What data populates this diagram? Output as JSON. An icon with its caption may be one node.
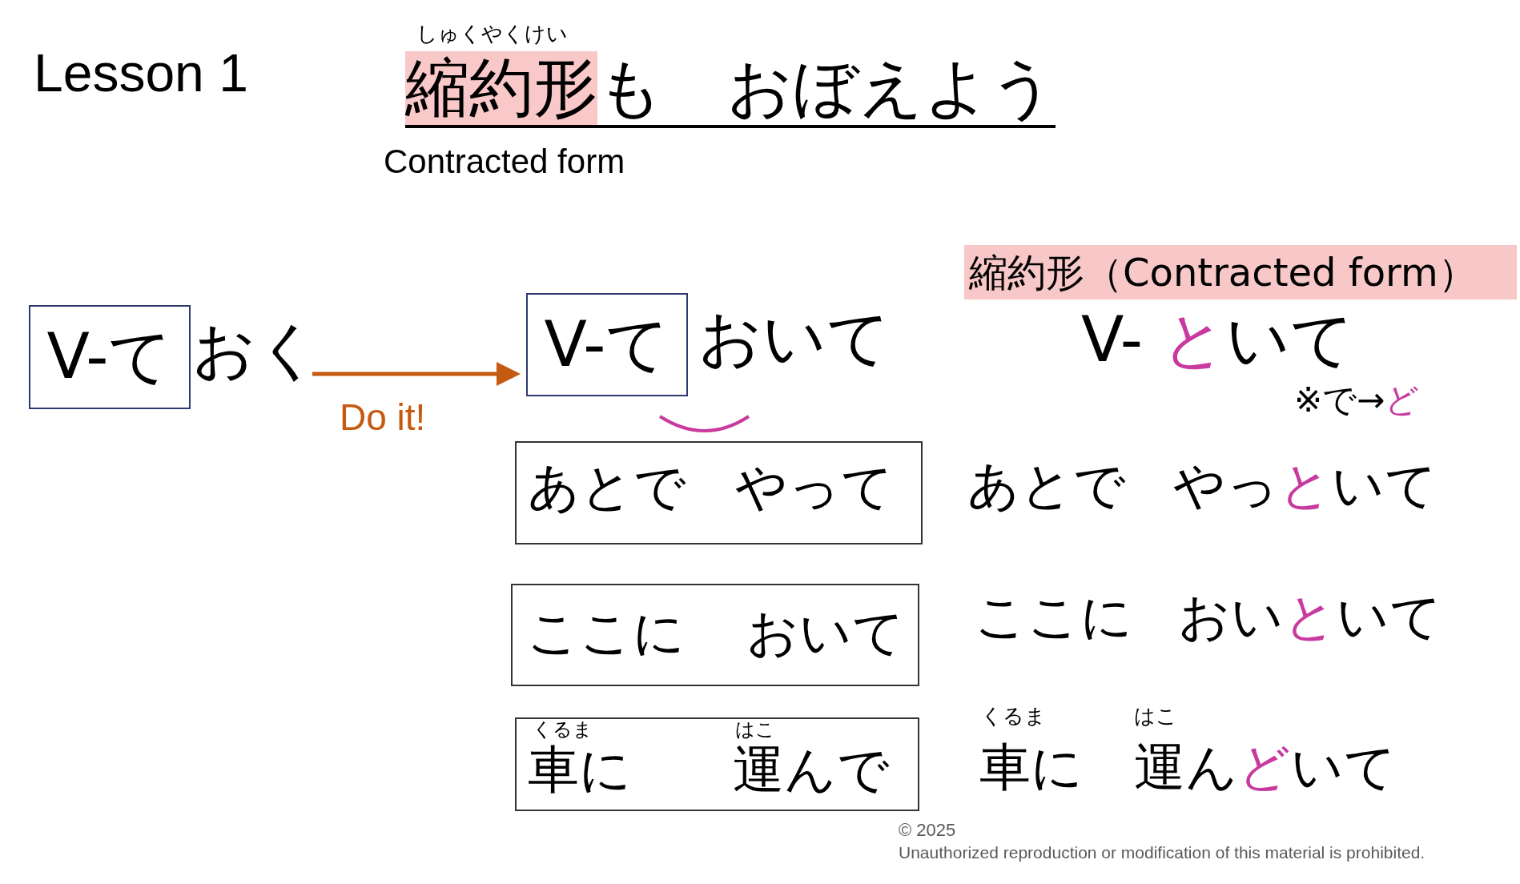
{
  "diagram": {
    "nodes": [
      {
        "text": [
          "縮約形（Contracted form）"
        ]
      },
      {
        "text": [
          "V-て"
        ]
      },
      {
        "text": [
          "おく"
        ]
      },
      {
        "text": [
          "V-て"
        ]
      },
      {
        "text": [
          "あとで",
          "やって"
        ]
      },
      {
        "text": [
          "ここに",
          "おいて"
        ]
      },
      {
        "text": [
          "くるま",
          "はこ",
          "車に",
          "運んで"
        ]
      }
    ],
    "edges": [
      {
        "from": 2,
        "to": 3,
        "arrow": "to",
        "label": "Do it!",
        "color": "#c55a11"
      }
    ],
    "labels": [
      "Lesson 1",
      "しゅくやくけい",
      "縮約形",
      "も　おぼえよう",
      "Contracted form",
      "おいて",
      "V-",
      "と",
      "いて",
      "※で→",
      "ど",
      "あとで",
      "やっ",
      "と",
      "いて",
      "ここに",
      "おい",
      "と",
      "いて",
      "くるま",
      "はこ",
      "車に",
      "運ん",
      "ど",
      "いて",
      "© 2025",
      "Unauthorized reproduction or modification of this material is prohibited."
    ]
  }
}
